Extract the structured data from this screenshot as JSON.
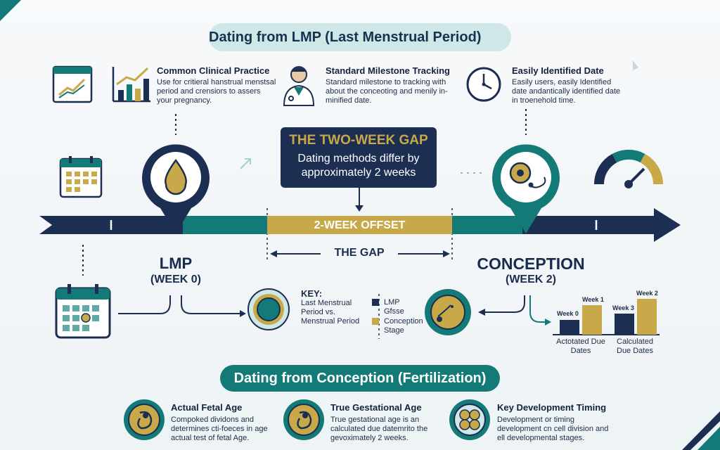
{
  "title_top": "Dating from LMP (Last Menstrual Period)",
  "title_bottom": "Dating from Conception (Fertilization)",
  "top_features": [
    {
      "title": "Common Clinical Practice",
      "text": "Use for critieral hanstrual menstsal period and crensiors to assers your pregnancy."
    },
    {
      "title": "Standard Milestone Tracking",
      "text": "Standard milestone to tracking with about the conceoting and menily in-minified date."
    },
    {
      "title": "Easily Identified Date",
      "text": "Easily users, easily Identified date andantically identified date in troenehold time."
    }
  ],
  "gap_box": {
    "title": "THE TWO-WEEK GAP",
    "line1": "Dating methods differ by",
    "line2": "approximately 2 weeks"
  },
  "timeline": {
    "offset_label": "2-WEEK OFFSET",
    "gap_label": "THE GAP"
  },
  "lmp": {
    "label": "LMP",
    "week": "(WEEK 0)"
  },
  "conception": {
    "label": "CONCEPTION",
    "week": "(WEEK 2)"
  },
  "key": {
    "title": "KEY:",
    "text": "Last Menstrual Period vs. Menstrual Period"
  },
  "legend": {
    "item1": "LMP",
    "item1b": "Gfsse",
    "item2": "Conception",
    "item2b": "Stage"
  },
  "bars": {
    "group1": {
      "left_label": "Week 0",
      "right_label": "Week 1",
      "caption": "Actotated Due Dates"
    },
    "group2": {
      "left_label": "Week 3",
      "right_label": "Week 2",
      "caption": "Calculated Due Dates"
    }
  },
  "bottom_features": [
    {
      "title": "Actual Fetal Age",
      "text": "Compoked dividons and determines cti-foeces in age actual test of fetal Age."
    },
    {
      "title": "True Gestational Age",
      "text": "True gestational age is an calculated due datemrito the gevoximately 2 weeks."
    },
    {
      "title": "Key Development Timing",
      "text": "Development or timing development cn cell division and ell developmental stages."
    }
  ],
  "colors": {
    "navy": "#1c2e52",
    "teal": "#137a78",
    "gold": "#c8a94a"
  }
}
